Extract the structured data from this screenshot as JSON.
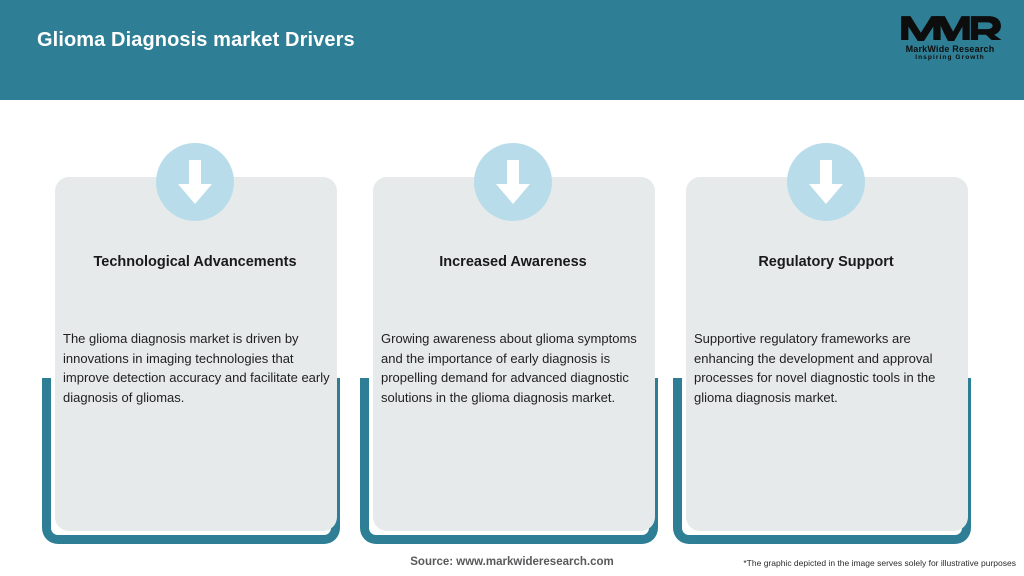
{
  "header": {
    "title": "Glioma Diagnosis market Drivers",
    "background_color": "#2e7f95",
    "title_color": "#ffffff",
    "logo": {
      "mark": "MWR",
      "name": "MarkWide Research",
      "tagline": "Inspiring Growth"
    }
  },
  "cards": [
    {
      "icon": "down-arrow-icon",
      "title": "Technological Advancements",
      "body": "The glioma diagnosis market is driven by innovations in imaging technologies that improve detection accuracy and facilitate early diagnosis of gliomas."
    },
    {
      "icon": "down-arrow-icon",
      "title": "Increased Awareness",
      "body": "Growing awareness about glioma symptoms and the importance of early diagnosis is propelling demand for advanced diagnostic solutions in the glioma diagnosis market."
    },
    {
      "icon": "down-arrow-icon",
      "title": "Regulatory Support",
      "body": "Supportive regulatory frameworks are enhancing the development and approval processes for novel diagnostic tools in the glioma diagnosis market."
    }
  ],
  "footer": {
    "source": "Source: www.markwideresearch.com",
    "disclaimer": "*The graphic depicted in the image serves solely for illustrative purposes"
  },
  "colors": {
    "teal": "#2e7f95",
    "panel_grey": "#e6eaea",
    "icon_blue": "#b9dcea",
    "page_background": "#ffffff"
  }
}
